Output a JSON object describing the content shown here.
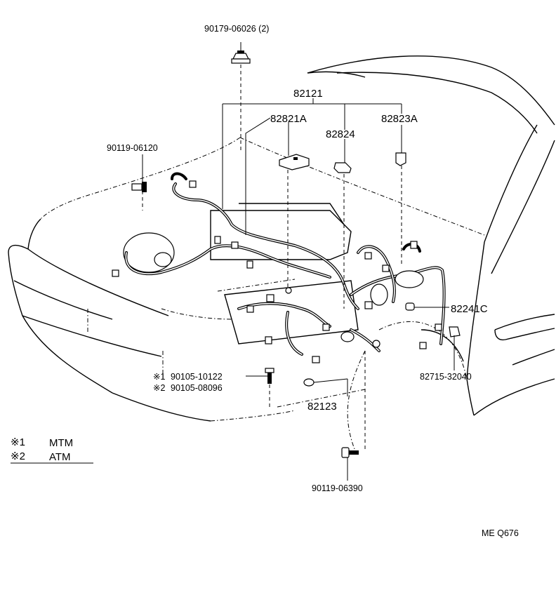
{
  "diagram": {
    "parts": {
      "nut_top": "90179-06026 (2)",
      "harness_main": "82121",
      "clamp_a": "82821A",
      "clamp_824": "82824",
      "clamp_823a": "82823A",
      "bolt_left": "90119-06120",
      "sensor_c": "82241C",
      "protector": "82715-32040",
      "bolt_mtm": "90105-10122",
      "bolt_atm": "90105-08096",
      "harness_sub": "82123",
      "bolt_bottom": "90119-06390"
    },
    "markers": {
      "mtm_mark": "※1",
      "atm_mark": "※2"
    },
    "legend": [
      {
        "mark": "※1",
        "text": "MTM"
      },
      {
        "mark": "※2",
        "text": "ATM"
      }
    ],
    "code": "ME Q676"
  }
}
